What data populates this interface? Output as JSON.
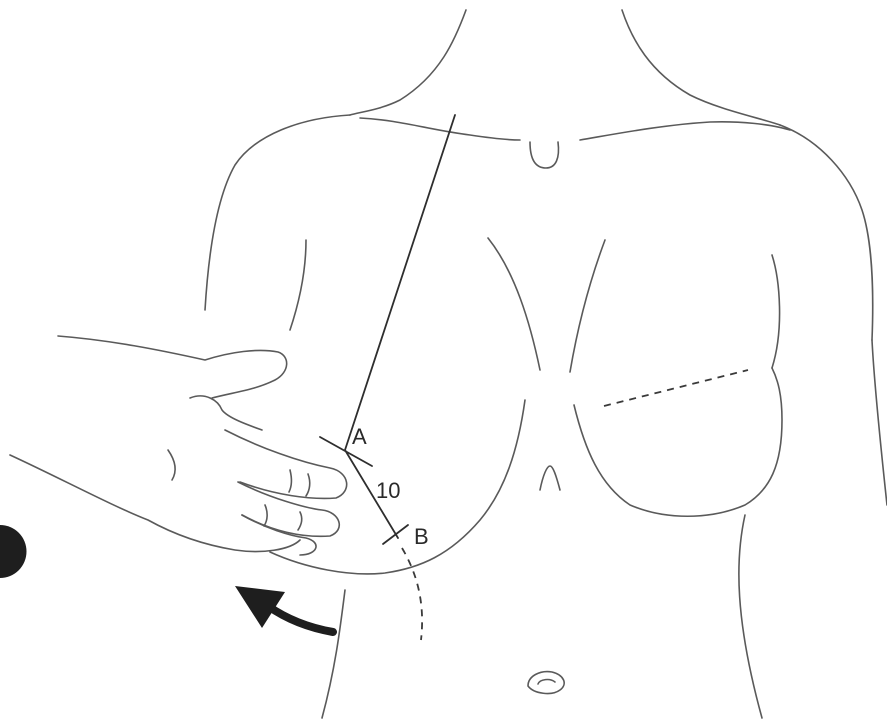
{
  "labels": {
    "point_a": "A",
    "point_b": "B",
    "distance": "10"
  },
  "colors": {
    "line": "#5a5a5a",
    "measure_line": "#2e2e2e",
    "arrow": "#1e1e1e",
    "background": "#ffffff"
  }
}
